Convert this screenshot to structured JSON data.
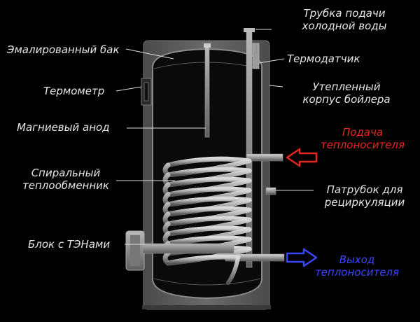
{
  "labels": {
    "cold_water_pipe": [
      "Трубка подачи",
      "холодной воды"
    ],
    "enameled_tank": "Эмалированный бак",
    "thermal_sensor": "Термодатчик",
    "thermometer": "Термометр",
    "insulated_body": [
      "Утепленный",
      "корпус бойлера"
    ],
    "magnesium_anode": "Магниевый анод",
    "coolant_supply": [
      "Подача",
      "теплоносителя"
    ],
    "spiral_exchanger": [
      "Спиральный",
      "теплообменник"
    ],
    "recirculation_pipe": [
      "Патрубок для",
      "рециркуляции"
    ],
    "heater_block": "Блок с ТЭНами",
    "coolant_output": [
      "Выход",
      "теплоносителя"
    ]
  },
  "colors": {
    "background": "#000000",
    "label_text": "#e6e6e6",
    "supply_arrow": "#e8261f",
    "output_arrow": "#3a45ff",
    "body_gray": "#5a5a5a",
    "tank_dark": "#0a0a0a"
  },
  "icons": {
    "supply": "arrow-left-outline-icon",
    "output": "arrow-right-outline-icon"
  }
}
